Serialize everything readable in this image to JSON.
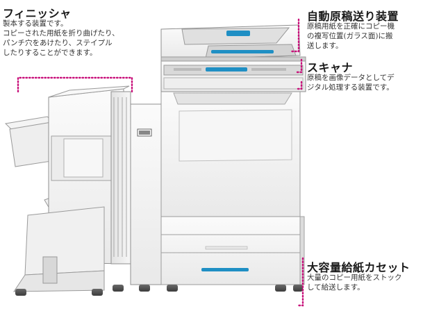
{
  "finisher": {
    "title": "フィニッシャ",
    "desc": [
      "製本する装置です。",
      "コピーされた用紙を折り曲げたり、",
      "パンチ穴をあけたり、ステイプル",
      "したりすることができます。"
    ]
  },
  "adf": {
    "title": "自動原稿送り装置",
    "desc": [
      "原稿用紙を正確にコピー機",
      "の複写位置(ガラス面)に搬",
      "送します。"
    ]
  },
  "scanner": {
    "title": "スキャナ",
    "desc": [
      "原稿を画像データとしてデ",
      "ジタル処理する装置です。"
    ]
  },
  "cassette": {
    "title": "大容量給紙カセット",
    "desc": [
      "大量のコピー用紙をストック",
      "して給送します。"
    ]
  },
  "colors": {
    "leader": "#c8107a",
    "accent_blue": "#1f8fc4",
    "body_light": "#f2f2f2",
    "outline": "#9a9a9a"
  }
}
